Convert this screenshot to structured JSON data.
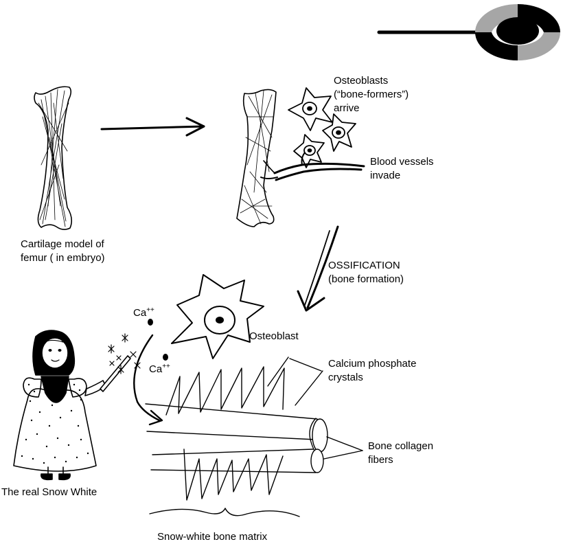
{
  "labels": {
    "cartilage_line1": "Cartilage model of",
    "cartilage_line2": "femur ( in embryo)",
    "osteoblasts_line1": "Osteoblasts",
    "osteoblasts_line2": "(“bone-formers”)",
    "osteoblasts_line3": "arrive",
    "blood_line1": "Blood vessels",
    "blood_line2": "invade",
    "ossification_line1": "OSSIFICATION",
    "ossification_line2": "(bone formation)",
    "ca_base": "Ca",
    "ca_charge": "++",
    "osteoblast": "Osteoblast",
    "crystals_line1": "Calcium phosphate",
    "crystals_line2": "crystals",
    "collagen_line1": "Bone collagen",
    "collagen_line2": "fibers",
    "snow_white": "The real Snow White",
    "matrix": "Snow-white bone matrix"
  },
  "colors": {
    "ink": "#000000",
    "logo_gray": "#a6a6a6",
    "paper": "#ffffff"
  },
  "icons": {
    "logo": "target-logo-icon",
    "magic_sparkles": "sparkle-icon"
  }
}
